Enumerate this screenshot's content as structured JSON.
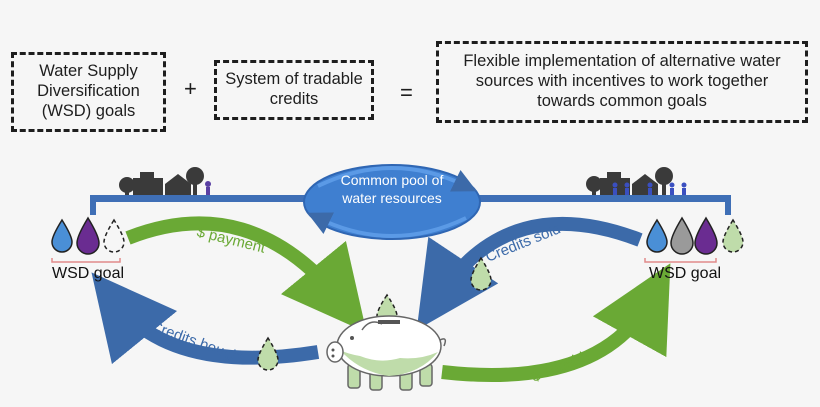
{
  "boxes": {
    "wsd": "Water Supply Diversification (WSD) goals",
    "credits": "System of tradable credits",
    "flexible": "Flexible implementation of alternative water sources with incentives to work together towards common goals"
  },
  "operators": {
    "plus": "+",
    "equals": "="
  },
  "pool": "Common pool of water resources",
  "left_goal": "WSD goal",
  "right_goal": "WSD goal",
  "arrows": {
    "payment": "$ payment",
    "credits_bought": "Credits bought",
    "credits_sold": "Credits sold",
    "subsidy": "$ subsidy"
  },
  "colors": {
    "green": "#6aa935",
    "blue": "#3c6aa9",
    "pool": "#3f7fd0",
    "drop_blue": "#4a8fd6",
    "drop_purple": "#6a2c91",
    "drop_gray": "#9a9a9a",
    "drop_lightgreen": "#bfdcaa"
  }
}
